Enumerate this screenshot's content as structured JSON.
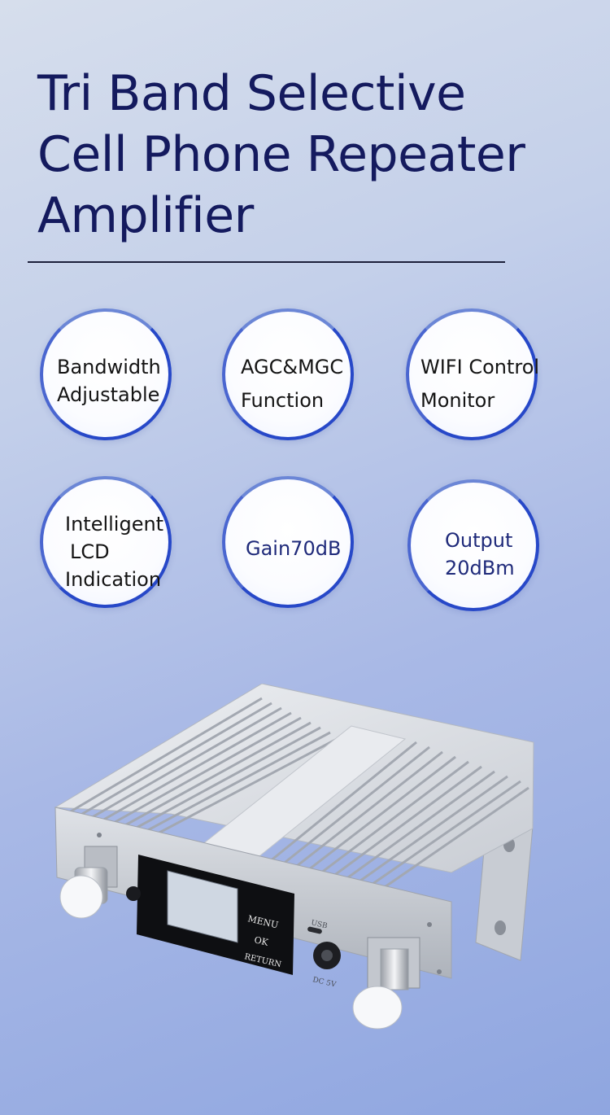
{
  "title": {
    "line1": "Tri Band Selective",
    "line2": "Cell Phone Repeater",
    "line3": "Amplifier"
  },
  "features": [
    {
      "line1": "Bandwidth",
      "line2": "Adjustable"
    },
    {
      "line1": "AGC&MGC",
      "line2": "Function"
    },
    {
      "line1": "WIFI Control",
      "line2": "Monitor"
    },
    {
      "line1": "Intelligent",
      "line2": "LCD",
      "line3": "Indication"
    },
    {
      "line1": "Gain70dB"
    },
    {
      "line1": "Output",
      "line2": "20dBm"
    }
  ],
  "device": {
    "menu_label": "MENU",
    "ok_label": "OK",
    "return_label": "RETURN",
    "usb_label": "USB",
    "dc_label": "DC 5V"
  }
}
